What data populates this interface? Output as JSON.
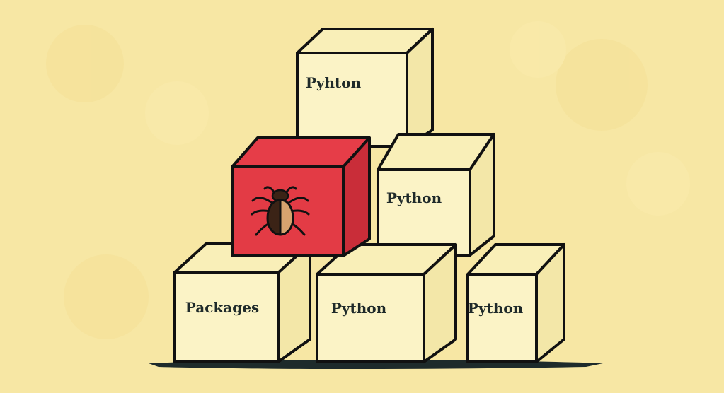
{
  "colors": {
    "background": "#f7e7a4",
    "block_face": "#fbf3c6",
    "block_top": "#f9efb8",
    "block_side": "#f3e7a8",
    "bug_block_face": "#e33b45",
    "bug_block_top": "#e63d48",
    "bug_block_side": "#c92d39",
    "outline": "#111111",
    "bug_dark": "#3b2316",
    "bug_light": "#d7a36f"
  },
  "blocks": {
    "top": {
      "label": "Pyhton"
    },
    "middle_right": {
      "label": "Python"
    },
    "middle_left": {
      "label": "",
      "icon": "bug-icon"
    },
    "bottom_left": {
      "label": "Packages"
    },
    "bottom_middle": {
      "label": "Python"
    },
    "bottom_right": {
      "label": "Python"
    }
  }
}
